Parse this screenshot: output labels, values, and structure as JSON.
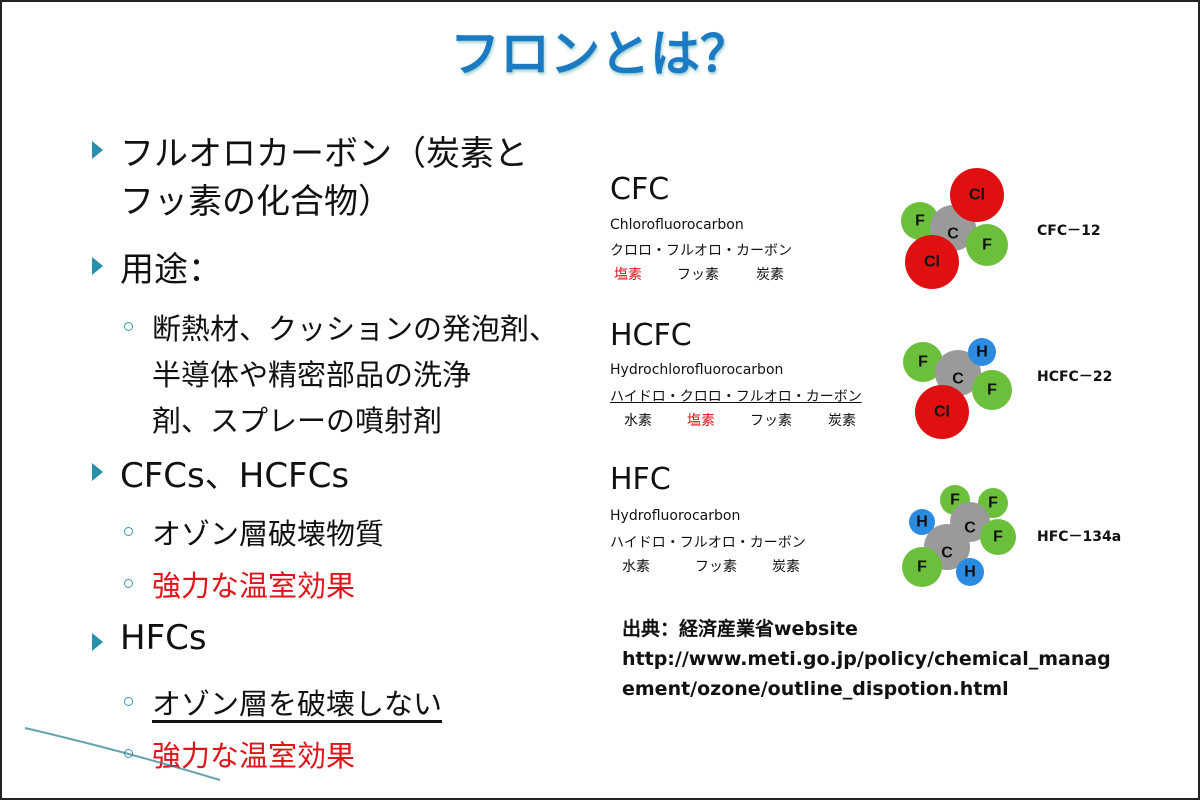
{
  "title": "フロンとは？",
  "left": {
    "item1_line1": "フルオロカーボン（炭素と",
    "item1_line2": "フッ素の化合物）",
    "item2": "用途：",
    "item2_sub_line1": "断熱材、クッションの発泡剤、",
    "item2_sub_line2": "半導体や精密部品の洗浄",
    "item2_sub_line3": "剤、スプレーの噴射剤",
    "item3": "CFCs、HCFCs",
    "item3_sub1": "オゾン層破壊物質",
    "item3_sub2": "強力な温室効果",
    "item4": "HFCs",
    "item4_sub1": "オゾン層を破壊しない",
    "item4_sub2": "強力な温室効果"
  },
  "compounds": [
    {
      "abbr": "CFC",
      "name": "Chlorofluorocarbon",
      "kana": "クロロ・フルオロ・カーボン",
      "elements": [
        "塩素",
        "フッ素",
        "炭素"
      ],
      "example": "CFC－12",
      "atoms": [
        "F",
        "C",
        "Cl",
        "F",
        "Cl"
      ]
    },
    {
      "abbr": "HCFC",
      "name": "Hydrochlorofluorocarbon",
      "kana": "ハイドロ・クロロ・フルオロ・カーボン",
      "elements": [
        "水素",
        "塩素",
        "フッ素",
        "炭素"
      ],
      "example": "HCFC－22",
      "atoms": [
        "F",
        "C",
        "H",
        "F",
        "Cl"
      ]
    },
    {
      "abbr": "HFC",
      "name": "Hydrofluorocarbon",
      "kana": "ハイドロ・フルオロ・カーボン",
      "elements": [
        "水素",
        "フッ素",
        "炭素"
      ],
      "example": "HFC－134a",
      "atoms": [
        "H",
        "F",
        "F",
        "C",
        "F",
        "C",
        "F",
        "H"
      ]
    }
  ],
  "source": {
    "label": "出典：経済産業省website",
    "url_line1": "http://www.meti.go.jp/policy/chemical_manag",
    "url_line2": "ement/ozone/outline_dispotion.html"
  },
  "colors": {
    "title": "#1b7ac4",
    "emphasis": "#e0141a",
    "F": "#6cbf3a",
    "Cl": "#e01010",
    "C": "#9a9a9a",
    "H": "#2a8be0"
  }
}
